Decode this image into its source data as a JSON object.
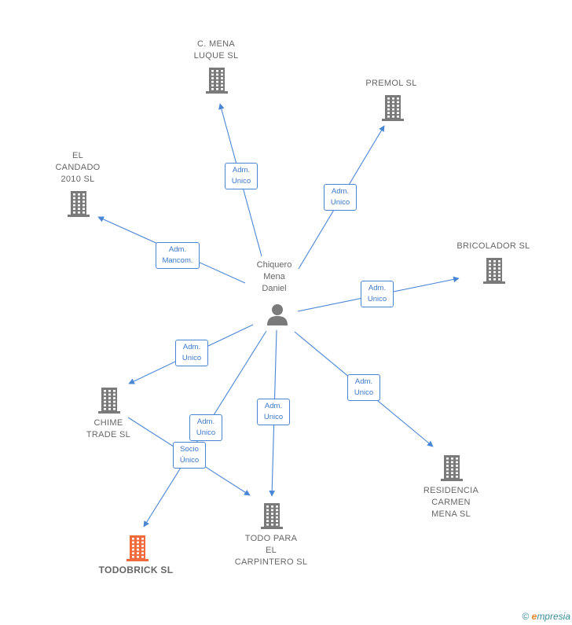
{
  "colors": {
    "edge": "#4a86d6",
    "building": "#7a7a7a",
    "highlight": "#f06a3c",
    "text": "#666666"
  },
  "center": {
    "name_lines": [
      "Chiquero",
      "Mena",
      "Daniel"
    ],
    "icon": "person-icon"
  },
  "nodes": [
    {
      "id": "c-mena",
      "name_lines": [
        "C. MENA",
        "LUQUE SL"
      ],
      "icon": "building-icon"
    },
    {
      "id": "premol",
      "name_lines": [
        "PREMOL SL"
      ],
      "icon": "building-icon"
    },
    {
      "id": "el-candado",
      "name_lines": [
        "EL",
        "CANDADO",
        "2010 SL"
      ],
      "icon": "building-icon"
    },
    {
      "id": "bricolador",
      "name_lines": [
        "BRICOLADOR SL"
      ],
      "icon": "building-icon"
    },
    {
      "id": "chime",
      "name_lines": [
        "CHIME",
        "TRADE SL"
      ],
      "icon": "building-icon"
    },
    {
      "id": "residencia",
      "name_lines": [
        "RESIDENCIA",
        "CARMEN",
        "MENA SL"
      ],
      "icon": "building-icon"
    },
    {
      "id": "todo-para",
      "name_lines": [
        "TODO PARA",
        "EL",
        "CARPINTERO SL"
      ],
      "icon": "building-icon"
    },
    {
      "id": "todobrick",
      "name_lines": [
        "TODOBRICK SL"
      ],
      "icon": "building-icon",
      "highlight": true
    }
  ],
  "edges": [
    {
      "from": "center",
      "to": "c-mena",
      "label_lines": [
        "Adm.",
        "Unico"
      ]
    },
    {
      "from": "center",
      "to": "premol",
      "label_lines": [
        "Adm.",
        "Unico"
      ]
    },
    {
      "from": "center",
      "to": "el-candado",
      "label_lines": [
        "Adm.",
        "Mancom."
      ]
    },
    {
      "from": "center",
      "to": "bricolador",
      "label_lines": [
        "Adm.",
        "Unico"
      ]
    },
    {
      "from": "center",
      "to": "chime",
      "label_lines": [
        "Adm.",
        "Unico"
      ]
    },
    {
      "from": "center",
      "to": "residencia",
      "label_lines": [
        "Adm.",
        "Unico"
      ]
    },
    {
      "from": "center",
      "to": "todo-para",
      "label_lines": [
        "Adm.",
        "Unico"
      ]
    },
    {
      "from": "center",
      "to": "todobrick",
      "label_lines": [
        "Adm.",
        "Unico"
      ]
    },
    {
      "from": "chime",
      "to": "todo-para",
      "label_lines": [
        "Socio",
        "Único"
      ]
    }
  ],
  "brand": {
    "copyright": "©",
    "e": "e",
    "rest": "mpresia"
  }
}
